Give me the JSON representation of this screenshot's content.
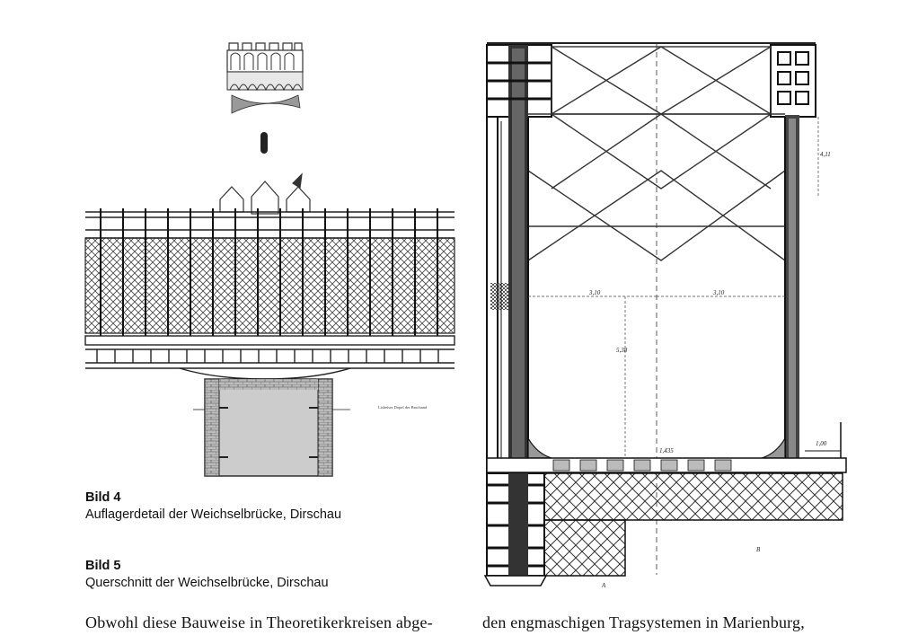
{
  "figure4": {
    "label": "Bild 4",
    "caption": "Auflagerdetail der Weichselbrücke, Dirschau",
    "note": "Lisbeiser Dopel der Bruchand"
  },
  "figure5": {
    "label": "Bild 5",
    "caption": "Querschnitt der Weichselbrücke, Dirschau",
    "dimensions": {
      "half_left": "3,10",
      "half_right": "3,10",
      "height": "5,38",
      "bottom_small": "1,435",
      "right_top": "4,11",
      "right_side": "1,00"
    },
    "letters": {
      "a": "A",
      "b": "B"
    }
  },
  "body_text": {
    "left": "Obwohl diese Bauweise in Theoretikerkreisen abge-",
    "right": "den engmaschigen Tragsystemen in Marienburg,"
  }
}
